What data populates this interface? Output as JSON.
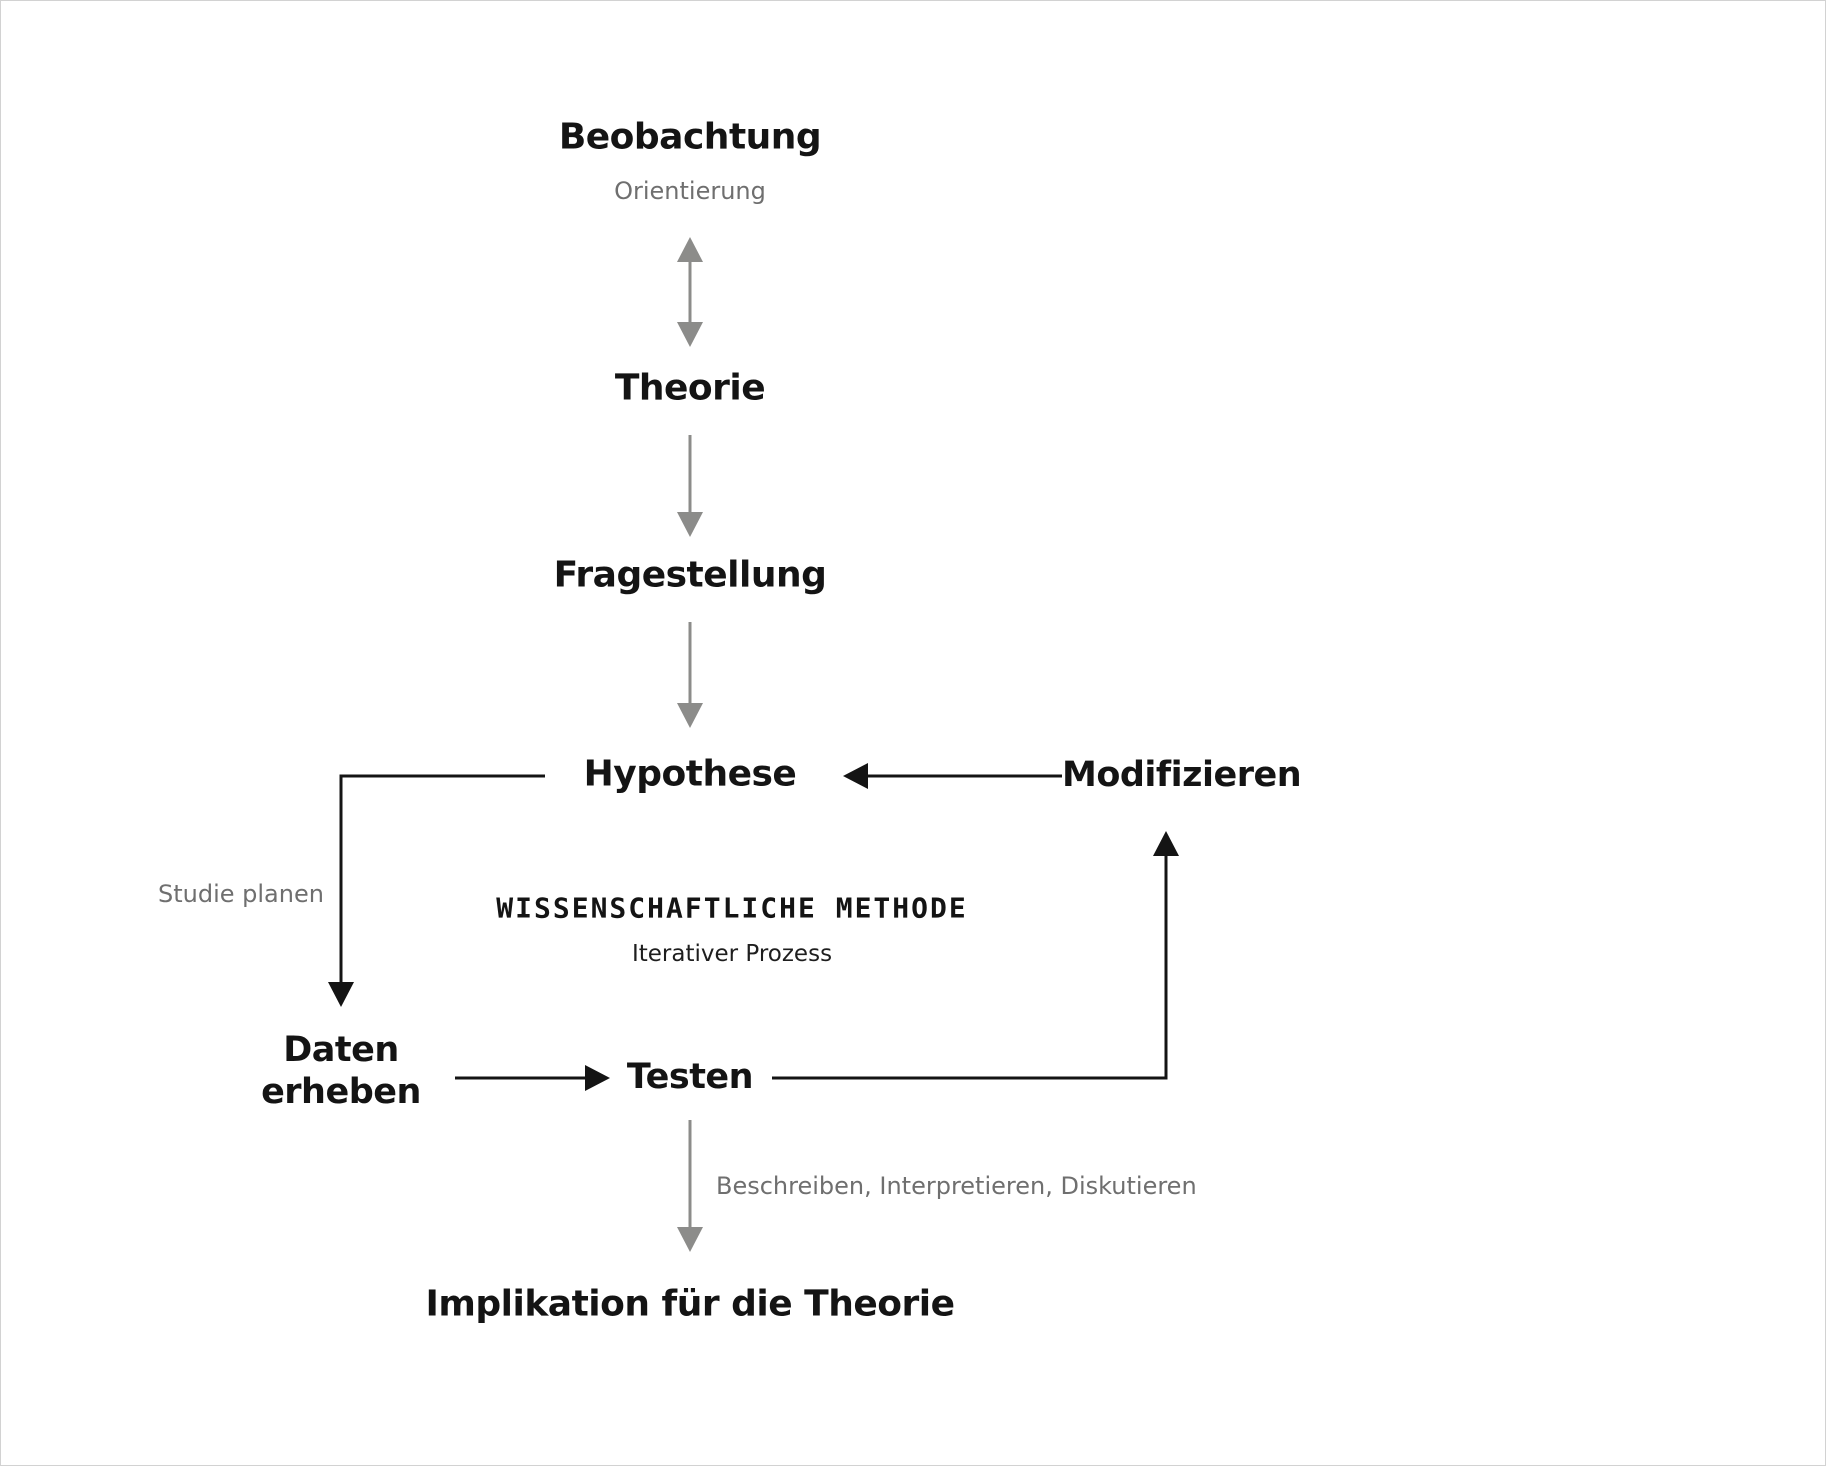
{
  "diagram": {
    "nodes": {
      "beobachtung": "Beobachtung",
      "beobachtung_sub": "Orientierung",
      "theorie": "Theorie",
      "fragestellung": "Fragestellung",
      "hypothese": "Hypothese",
      "modifizieren": "Modifizieren",
      "daten_line1": "Daten",
      "daten_line2": "erheben",
      "testen": "Testen",
      "implikation": "Implikation für die Theorie"
    },
    "edge_labels": {
      "studie_planen": "Studie planen",
      "beschreiben": "Beschreiben, Interpretieren, Diskutieren"
    },
    "center": {
      "title": "WISSENSCHAFTLICHE METHODE",
      "subtitle": "Iterativer Prozess"
    },
    "colors": {
      "primary_line": "#141414",
      "secondary_line": "#8c8c8a",
      "muted_text": "#6f6f6f"
    }
  }
}
